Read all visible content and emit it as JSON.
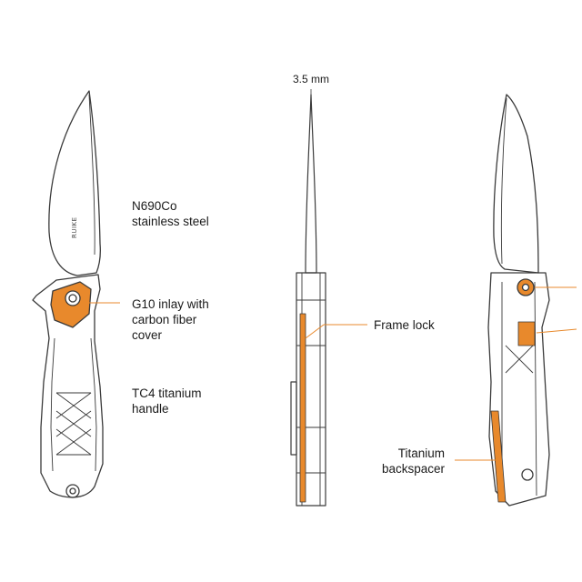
{
  "annotations": {
    "blade_steel": [
      "N690Co",
      "stainless steel"
    ],
    "inlay": [
      "G10 inlay with",
      "carbon fiber",
      "cover"
    ],
    "handle": [
      "TC4 titanium",
      "handle"
    ],
    "thickness": "3.5 mm",
    "frame_lock": "Frame lock",
    "backspacer": [
      "Titanium",
      "backspacer"
    ]
  },
  "brand": "RUIKE",
  "colors": {
    "accent": "#e8892c",
    "line": "#555555",
    "outline": "#3a3a3a"
  }
}
